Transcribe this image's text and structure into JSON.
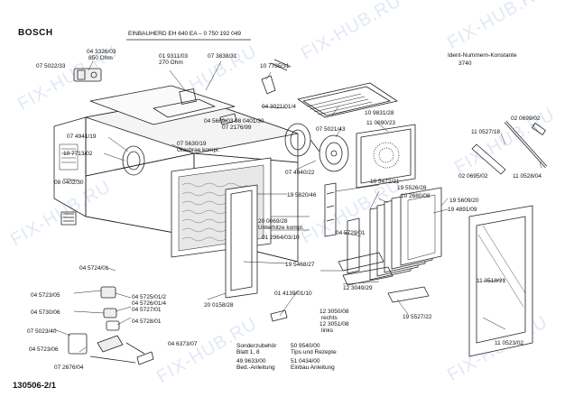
{
  "brand": "BOSCH",
  "header": {
    "model": "EINBAUHERD EH 640 EA – 0 750 192 049",
    "ident_label": "Ident-Nummern-Konstante",
    "ident_value": "3740"
  },
  "footer": {
    "page_ref": "130506-2/1"
  },
  "watermark": "FIX-HUB.RU",
  "colors": {
    "line": "#222222",
    "watermark": "#7896d2"
  },
  "parts": [
    {
      "id": "p-04-3326-03",
      "text": "04 3326/03"
    },
    {
      "id": "p-850-ohm",
      "text": "850 Ohm"
    },
    {
      "id": "p-07-5022-33",
      "text": "07 5022/33"
    },
    {
      "id": "p-01-9311-03",
      "text": "01 9311/03"
    },
    {
      "id": "p-270-ohm",
      "text": "270 Ohm"
    },
    {
      "id": "p-07-3838-31",
      "text": "07 3838/31"
    },
    {
      "id": "p-10-7785-31",
      "text": "10 7785/31"
    },
    {
      "id": "p-04-3021-01-4",
      "text": "04 3021/01/4"
    },
    {
      "id": "p-04-5669-03",
      "text": "04 5669/03"
    },
    {
      "id": "p-08-0401-30",
      "text": "08 0401/30"
    },
    {
      "id": "p-07-2176-99",
      "text": "07 2176/99"
    },
    {
      "id": "p-10-9831-28",
      "text": "10 9831/28"
    },
    {
      "id": "p-11-0690-23",
      "text": "11 0690/23"
    },
    {
      "id": "p-07-5021-43",
      "text": "07 5021/43"
    },
    {
      "id": "p-07-4941-19",
      "text": "07 4941/19"
    },
    {
      "id": "p-07-5630-19",
      "text": "07 5630/19"
    },
    {
      "id": "p-glasbrae",
      "text": "Glasbrae kompl."
    },
    {
      "id": "p-10-7713-02",
      "text": "10 7713/02"
    },
    {
      "id": "p-07-4940-22",
      "text": "07 4940/22"
    },
    {
      "id": "p-08-0402-30",
      "text": "08 0402/30"
    },
    {
      "id": "p-19-5820-46",
      "text": "19 5820/46"
    },
    {
      "id": "p-10-5472-31",
      "text": "10 5472/31"
    },
    {
      "id": "p-19-5526-28",
      "text": "19 5526/28"
    },
    {
      "id": "p-10-2680-08",
      "text": "10 2680/08"
    },
    {
      "id": "p-19-5609-20",
      "text": "19 5609/20"
    },
    {
      "id": "p-19-4891-09",
      "text": "19 4891/09"
    },
    {
      "id": "p-20-0069-28",
      "text": "20 0069/28"
    },
    {
      "id": "p-unterhitze",
      "text": "Unterhitze kompl."
    },
    {
      "id": "p-01-2964-03-10",
      "text": "01 2964/03/10"
    },
    {
      "id": "p-04-5729-01",
      "text": "04 5729/01"
    },
    {
      "id": "p-19-5468-27",
      "text": "19 5468/27"
    },
    {
      "id": "p-04-5724-01",
      "text": "04 5724/01"
    },
    {
      "id": "p-04-5723-05",
      "text": "04 5723/05"
    },
    {
      "id": "p-04-5725-01-2",
      "text": "04 5725/01/2"
    },
    {
      "id": "p-04-5726-01-4",
      "text": "04 5726/01/4"
    },
    {
      "id": "p-04-5727-01",
      "text": "04 5727/01"
    },
    {
      "id": "p-04-5730-06",
      "text": "04 5730/06"
    },
    {
      "id": "p-04-5728-01",
      "text": "04 5728/01"
    },
    {
      "id": "p-01-4139-01-10",
      "text": "01 4139/01/10"
    },
    {
      "id": "p-20-0158-28",
      "text": "20 0158/28"
    },
    {
      "id": "p-12-3049-29",
      "text": "12 3049/29"
    },
    {
      "id": "p-12-3050-08",
      "text": "12 3050/08"
    },
    {
      "id": "p-rechts",
      "text": "rechts"
    },
    {
      "id": "p-12-3051-08",
      "text": "12 3051/08"
    },
    {
      "id": "p-links",
      "text": "links"
    },
    {
      "id": "p-19-5527-22",
      "text": "19 5527/22"
    },
    {
      "id": "p-11-0518-21",
      "text": "11 0518/21"
    },
    {
      "id": "p-11-0523-02",
      "text": "11 0523/02"
    },
    {
      "id": "p-07-5023-40",
      "text": "07 5023/40"
    },
    {
      "id": "p-04-5723-06",
      "text": "04 5723/06"
    },
    {
      "id": "p-04-6373-07",
      "text": "04 6373/07"
    },
    {
      "id": "p-07-2676-04",
      "text": "07 2676/04"
    },
    {
      "id": "p-sonderzubehoer",
      "text": "Sonderzubehör"
    },
    {
      "id": "p-blatt",
      "text": "Blatt 1, 8"
    },
    {
      "id": "p-49-9633-00",
      "text": "49 9633/00"
    },
    {
      "id": "p-bed-anleitung",
      "text": "Bed.-Anleitung"
    },
    {
      "id": "p-50-9540-00",
      "text": "50 9540/00"
    },
    {
      "id": "p-tips",
      "text": "Tips und Rezepte"
    },
    {
      "id": "p-51-0434-00",
      "text": "51 0434/00"
    },
    {
      "id": "p-einbau",
      "text": "Einbau Anleitung"
    },
    {
      "id": "p-02-0699-02",
      "text": "02 0699/02"
    },
    {
      "id": "p-11-0527-18",
      "text": "11 0527/18"
    },
    {
      "id": "p-02-0695-02",
      "text": "02 0695/02"
    },
    {
      "id": "p-11-0528-04",
      "text": "11 0528/04"
    }
  ]
}
